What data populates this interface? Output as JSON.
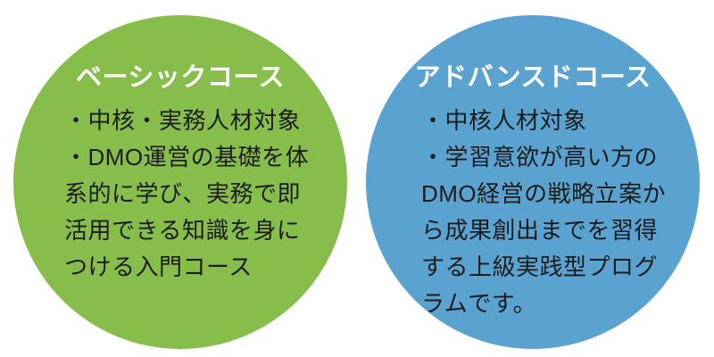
{
  "page": {
    "background_color": "#ffffff",
    "text_color": "#1b1b1b"
  },
  "circles": [
    {
      "id": "basic",
      "title": "ベーシックコース",
      "color": "#87BE4B",
      "title_color": "#ffffff",
      "text_color": "#1b1b1b",
      "body_lines": [
        "・中核・実務人材対象",
        "・DMO運営の基礎を体",
        "系的に学び、実務で即",
        "活用できる知識を身に",
        "つける入門コース"
      ]
    },
    {
      "id": "advanced",
      "title": "アドバンスドコース",
      "color": "#5AA3D0",
      "title_color": "#ffffff",
      "text_color": "#1b1b1b",
      "body_lines": [
        "・中核人材対象",
        "・学習意欲が高い方の",
        "DMO経営の戦略立案か",
        "ら成果創出までを習得",
        "する上級実践型プログ",
        "ラムです。"
      ]
    }
  ]
}
